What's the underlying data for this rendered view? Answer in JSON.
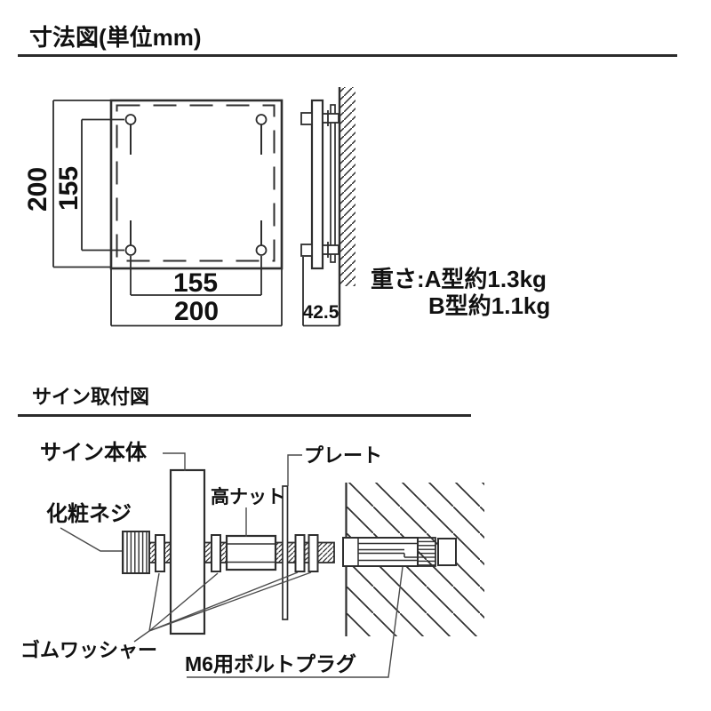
{
  "sections": {
    "dimensions": {
      "title": "寸法図(単位mm)",
      "front_view": {
        "outer_width": "200",
        "outer_height": "200",
        "hole_pitch_x": "155",
        "hole_pitch_y": "155"
      },
      "side_view": {
        "depth": "42.5"
      },
      "weight": {
        "line1": "重さ:A型約1.3kg",
        "line2": "B型約1.1kg"
      }
    },
    "mounting": {
      "title": "サイン取付図",
      "labels": {
        "sign_body": "サイン本体",
        "plate": "プレート",
        "high_nut": "高ナット",
        "decorative_screw": "化粧ネジ",
        "rubber_washer": "ゴムワッシャー",
        "bolt_plug": "M6用ボルトプラグ"
      }
    }
  },
  "colors": {
    "line": "#2e2e2e",
    "leader": "#4a4a4a",
    "text": "#111111"
  }
}
